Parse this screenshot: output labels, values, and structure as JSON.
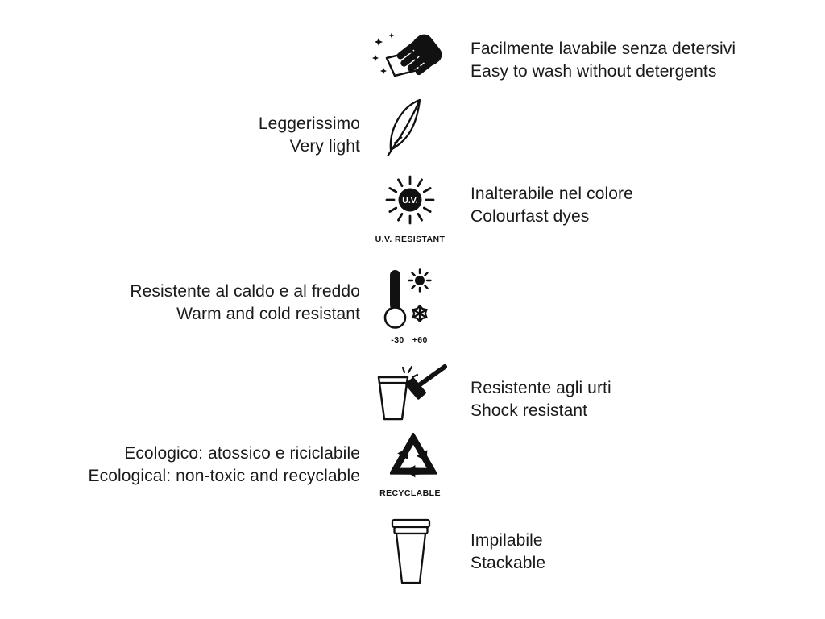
{
  "canvas": {
    "background": "#ffffff",
    "text_color": "#1a1a1a",
    "icon_color": "#111111"
  },
  "features": [
    {
      "name": "washable",
      "icon": "wash-hand-icon",
      "text_side": "right",
      "line_it": "Facilmente lavabile senza detersivi",
      "line_en": "Easy to wash without detergents"
    },
    {
      "name": "very-light",
      "icon": "feather-icon",
      "text_side": "left",
      "line_it": "Leggerissimo",
      "line_en": "Very light"
    },
    {
      "name": "uv-resistant",
      "icon": "uv-sun-icon",
      "text_side": "right",
      "icon_text": "U.V.",
      "caption": "U.V. RESISTANT",
      "line_it": "Inalterabile nel colore",
      "line_en": "Colourfast dyes"
    },
    {
      "name": "temperature-resistant",
      "icon": "thermometer-sun-snowflake-icon",
      "text_side": "left",
      "caption_min": "-30",
      "caption_max": "+60",
      "line_it": "Resistente al caldo e al freddo",
      "line_en": "Warm and cold resistant"
    },
    {
      "name": "shock-resistant",
      "icon": "hammer-cup-icon",
      "text_side": "right",
      "line_it": "Resistente agli urti",
      "line_en": "Shock resistant"
    },
    {
      "name": "recyclable",
      "icon": "recycle-icon",
      "text_side": "left",
      "caption": "RECYCLABLE",
      "line_it": "Ecologico: atossico e riciclabile",
      "line_en": "Ecological: non-toxic and recyclable"
    },
    {
      "name": "stackable",
      "icon": "stacked-cups-icon",
      "text_side": "right",
      "line_it": "Impilabile",
      "line_en": "Stackable"
    }
  ]
}
